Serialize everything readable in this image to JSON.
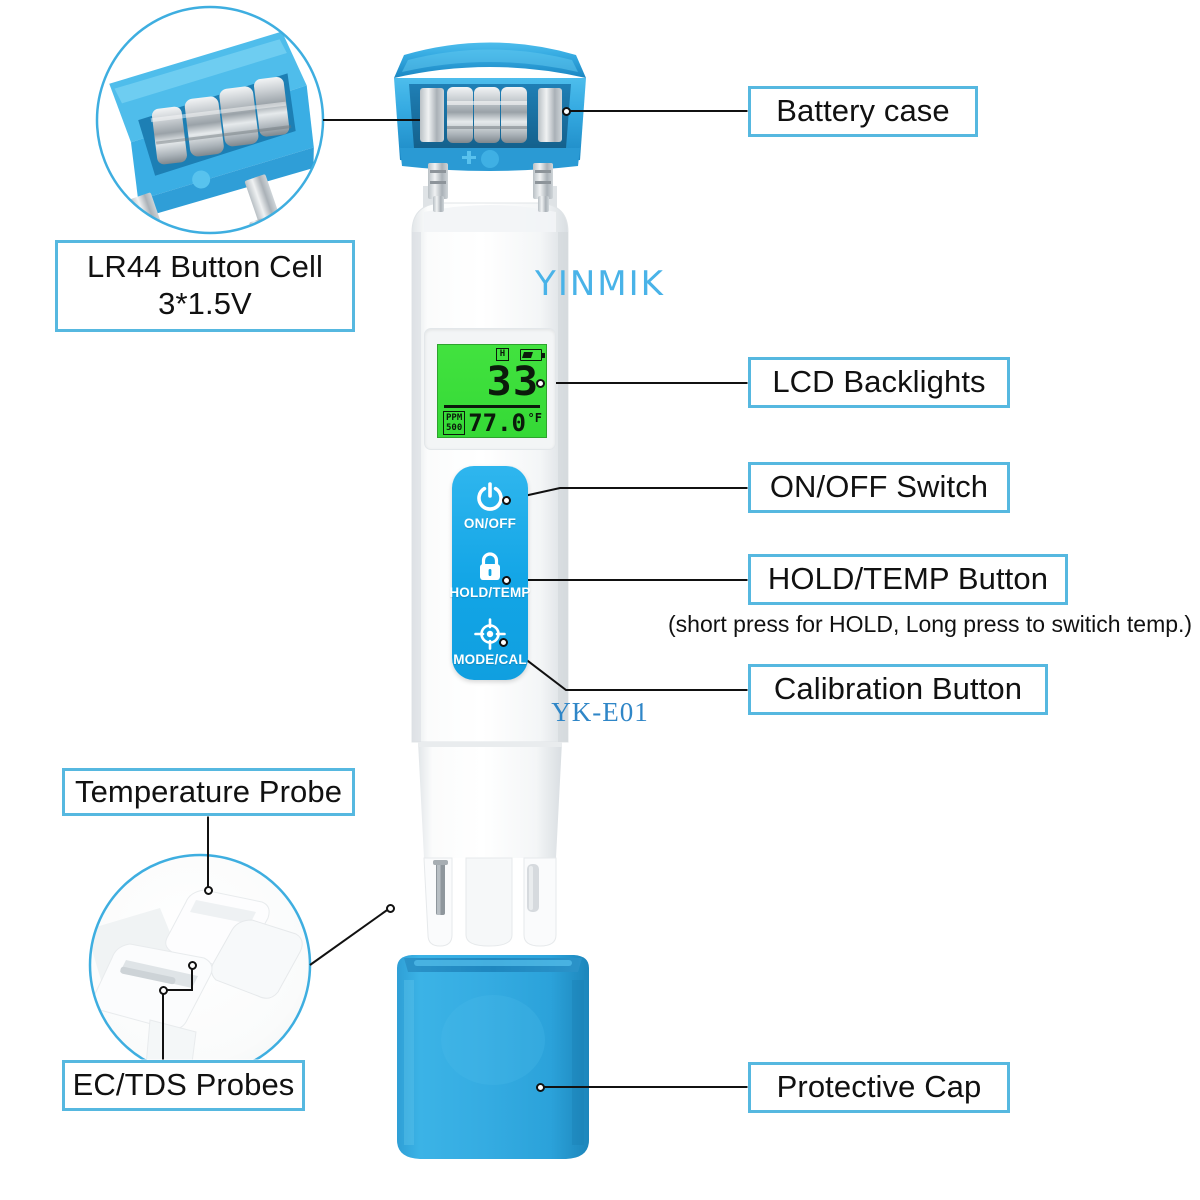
{
  "product": {
    "brand": "YINMIK",
    "model": "YK-E01"
  },
  "colors": {
    "accent_blue": "#10a8e8",
    "label_border": "#56b8e0",
    "lcd_green": "#3ce03c",
    "cap_blue": "#2ca6e0",
    "line": "#111111"
  },
  "lcd": {
    "main_value": "33",
    "hold_indicator": "H",
    "battery_icon": "battery-icon",
    "unit_line1": "PPM",
    "unit_line2": "500",
    "temperature": "77.0",
    "temperature_unit": "°F"
  },
  "keypad": {
    "buttons": [
      {
        "icon": "power-icon",
        "label": "ON/OFF"
      },
      {
        "icon": "lock-icon",
        "label": "HOLD/TEMP"
      },
      {
        "icon": "crosshair-icon",
        "label": "MODE/CAL"
      }
    ]
  },
  "callouts": {
    "battery_case": {
      "label": "Battery case"
    },
    "button_cell": {
      "line1": "LR44 Button Cell",
      "line2": "3*1.5V"
    },
    "lcd_backlights": {
      "label": "LCD Backlights"
    },
    "on_off_switch": {
      "label": "ON/OFF Switch"
    },
    "hold_temp": {
      "label": "HOLD/TEMP Button",
      "note": "(short press for HOLD, Long press to switich temp.)"
    },
    "calibration": {
      "label": "Calibration Button"
    },
    "temperature_probe": {
      "label": "Temperature Probe"
    },
    "ec_tds_probes": {
      "label": "EC/TDS Probes"
    },
    "protective_cap": {
      "label": "Protective Cap"
    }
  }
}
